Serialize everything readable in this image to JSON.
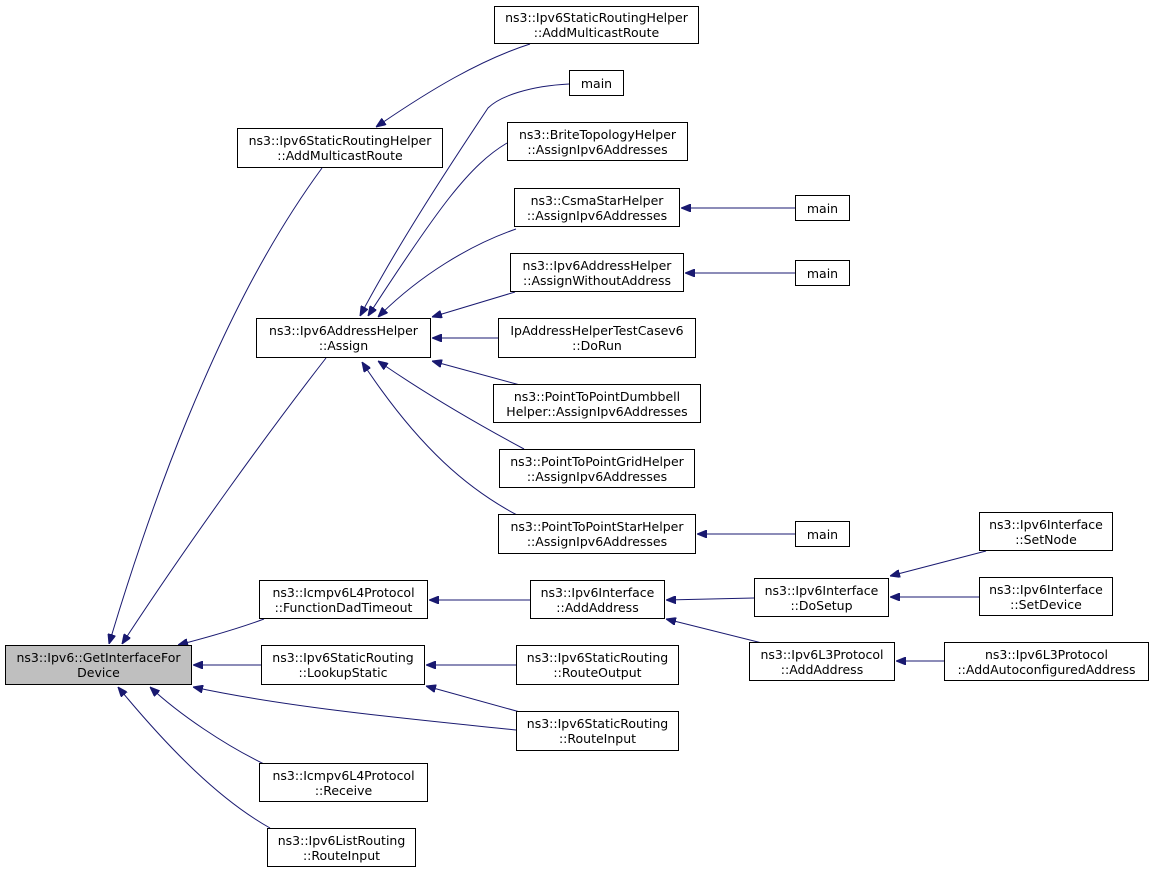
{
  "colors": {
    "edge": "#191970",
    "root_fill": "#bfbfbf",
    "node_border": "#000000",
    "background": "#ffffff"
  },
  "nodes": {
    "root": [
      "ns3::Ipv6::GetInterfaceFor",
      "Device"
    ],
    "static_routing_helper_add_multicast_route": [
      "ns3::Ipv6StaticRoutingHelper",
      "::AddMulticastRoute"
    ],
    "static_routing_helper_add_multicast_route_caller": [
      "ns3::Ipv6StaticRoutingHelper",
      "::AddMulticastRoute"
    ],
    "main_1": [
      "main"
    ],
    "brite_assign_ipv6": [
      "ns3::BriteTopologyHelper",
      "::AssignIpv6Addresses"
    ],
    "csma_star_assign_ipv6": [
      "ns3::CsmaStarHelper",
      "::AssignIpv6Addresses"
    ],
    "main_2": [
      "main"
    ],
    "address_helper_assign_without_address": [
      "ns3::Ipv6AddressHelper",
      "::AssignWithoutAddress"
    ],
    "main_3": [
      "main"
    ],
    "address_helper_assign": [
      "ns3::Ipv6AddressHelper",
      "::Assign"
    ],
    "test_case_do_run": [
      "IpAddressHelperTestCasev6",
      "::DoRun"
    ],
    "dumbbell_assign_ipv6": [
      "ns3::PointToPointDumbbell",
      "Helper::AssignIpv6Addresses"
    ],
    "grid_assign_ipv6": [
      "ns3::PointToPointGridHelper",
      "::AssignIpv6Addresses"
    ],
    "star_assign_ipv6": [
      "ns3::PointToPointStarHelper",
      "::AssignIpv6Addresses"
    ],
    "main_4": [
      "main"
    ],
    "icmpv6_function_dad_timeout": [
      "ns3::Icmpv6L4Protocol",
      "::FunctionDadTimeout"
    ],
    "interface_add_address": [
      "ns3::Ipv6Interface",
      "::AddAddress"
    ],
    "interface_do_setup": [
      "ns3::Ipv6Interface",
      "::DoSetup"
    ],
    "interface_set_node": [
      "ns3::Ipv6Interface",
      "::SetNode"
    ],
    "interface_set_device": [
      "ns3::Ipv6Interface",
      "::SetDevice"
    ],
    "l3_add_address": [
      "ns3::Ipv6L3Protocol",
      "::AddAddress"
    ],
    "l3_add_autoconfigured_address": [
      "ns3::Ipv6L3Protocol",
      "::AddAutoconfiguredAddress"
    ],
    "static_routing_lookup_static": [
      "ns3::Ipv6StaticRouting",
      "::LookupStatic"
    ],
    "static_routing_route_output": [
      "ns3::Ipv6StaticRouting",
      "::RouteOutput"
    ],
    "static_routing_route_input": [
      "ns3::Ipv6StaticRouting",
      "::RouteInput"
    ],
    "icmpv6_receive": [
      "ns3::Icmpv6L4Protocol",
      "::Receive"
    ],
    "list_routing_route_input": [
      "ns3::Ipv6ListRouting",
      "::RouteInput"
    ]
  }
}
